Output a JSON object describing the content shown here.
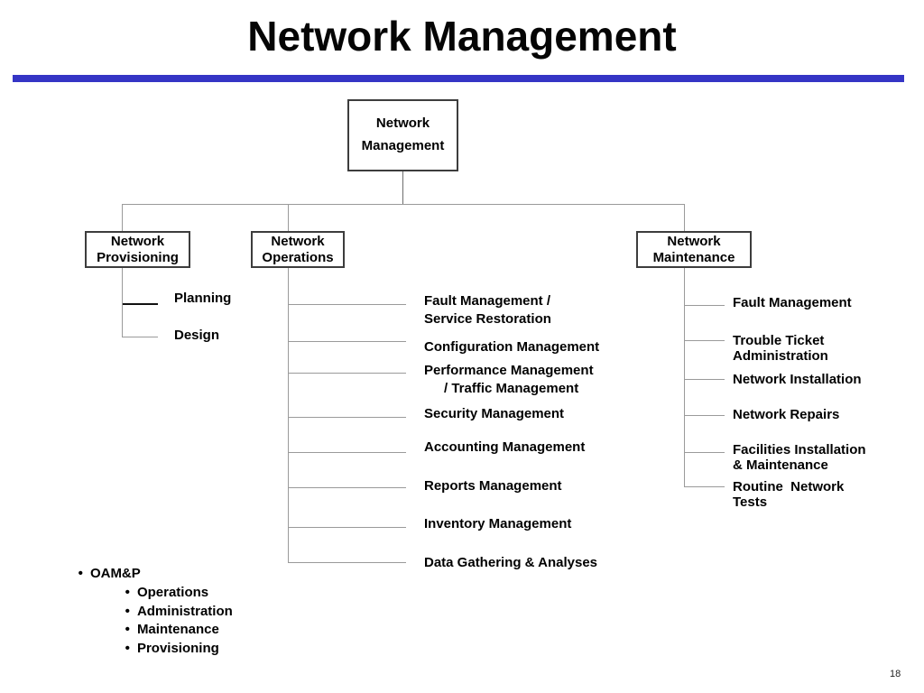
{
  "title": "Network Management",
  "page_number": "18",
  "colors": {
    "rule": "#3535c5",
    "connector": "#9a9a9a",
    "box_border": "#3d3d3d"
  },
  "root_box": {
    "lines": [
      "Network",
      "Management"
    ]
  },
  "provisioning": {
    "box": {
      "lines": [
        "Network",
        "Provisioning"
      ]
    },
    "items": [
      {
        "lines": [
          "Planning"
        ]
      },
      {
        "lines": [
          "Design"
        ]
      }
    ]
  },
  "operations": {
    "box": {
      "lines": [
        "Network",
        "Operations"
      ]
    },
    "items": [
      {
        "lines": [
          "Fault Management /",
          "Service Restoration"
        ]
      },
      {
        "lines": [
          "Configuration Management"
        ]
      },
      {
        "lines": [
          "Performance Management",
          "/ Traffic Management"
        ]
      },
      {
        "lines": [
          "Security Management"
        ]
      },
      {
        "lines": [
          "Accounting Management"
        ]
      },
      {
        "lines": [
          "Reports Management"
        ]
      },
      {
        "lines": [
          "Inventory Management"
        ]
      },
      {
        "lines": [
          "Data Gathering & Analyses"
        ]
      }
    ]
  },
  "maintenance": {
    "box": {
      "lines": [
        "Network",
        "Maintenance"
      ]
    },
    "items": [
      {
        "lines": [
          "Fault Management"
        ]
      },
      {
        "lines": [
          "Trouble Ticket",
          "Administration"
        ]
      },
      {
        "lines": [
          "Network Installation"
        ]
      },
      {
        "lines": [
          "Network Repairs"
        ]
      },
      {
        "lines": [
          "Facilities Installation",
          "& Maintenance"
        ]
      },
      {
        "lines": [
          "Routine  Network",
          "Tests"
        ]
      }
    ]
  },
  "footnote": {
    "bullet_char": "•",
    "main": "OAM&P",
    "subs": [
      "Operations",
      "Administration",
      "Maintenance",
      "Provisioning"
    ]
  }
}
